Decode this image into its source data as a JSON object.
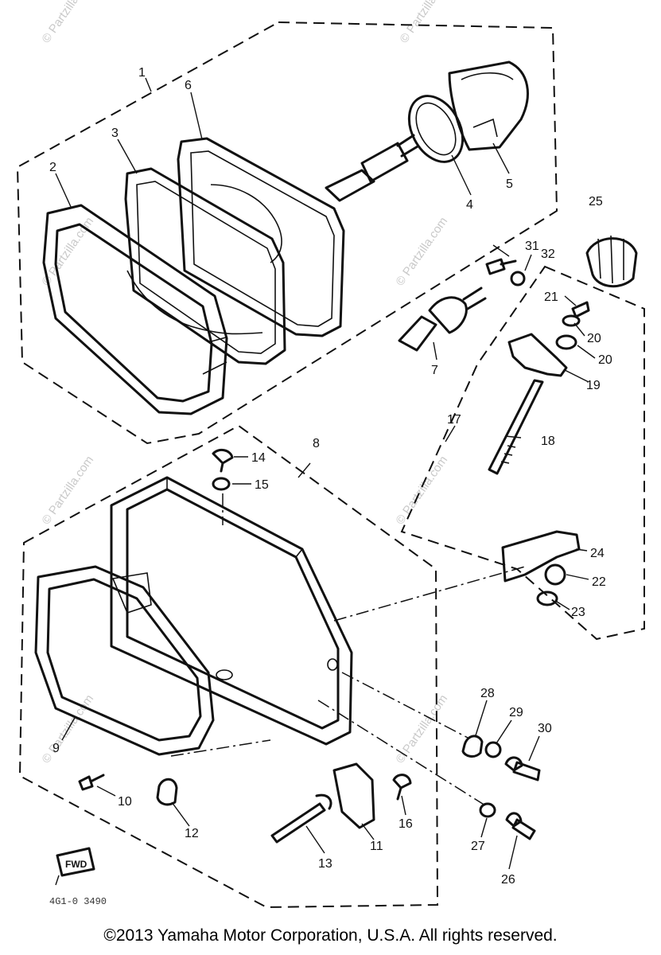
{
  "diagram": {
    "callouts": [
      "1",
      "2",
      "3",
      "4",
      "5",
      "6",
      "7",
      "8",
      "9",
      "10",
      "11",
      "12",
      "13",
      "14",
      "15",
      "16",
      "17",
      "18",
      "19",
      "20",
      "20",
      "21",
      "22",
      "23",
      "24",
      "25",
      "26",
      "27",
      "28",
      "29",
      "30",
      "31",
      "32"
    ],
    "watermark": "© Partzilla.com",
    "fwd_mark": "FWD",
    "part_code": "4G1-0 3490"
  },
  "footer": {
    "copyright": "©2013 Yamaha Motor Corporation, U.S.A. All rights reserved."
  }
}
